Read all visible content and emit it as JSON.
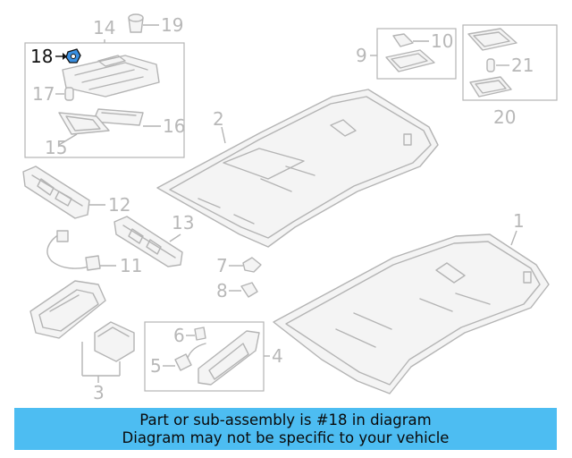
{
  "diagram": {
    "highlighted_part": "18",
    "callouts": {
      "c1": "1",
      "c2": "2",
      "c3": "3",
      "c4": "4",
      "c5": "5",
      "c6": "6",
      "c7": "7",
      "c8": "8",
      "c9": "9",
      "c10": "10",
      "c11": "11",
      "c12": "12",
      "c13": "13",
      "c14": "14",
      "c15": "15",
      "c16": "16",
      "c17": "17",
      "c18": "18",
      "c19": "19",
      "c20": "20",
      "c21": "21"
    },
    "colors": {
      "lines": "#b4b4b4",
      "highlight": "#111111",
      "highlight_part": "#3a8fe0"
    }
  },
  "banner": {
    "line1": "Part or sub-assembly is #18 in diagram",
    "line2": "Diagram may not be specific to your vehicle",
    "color": "#4dbdf2"
  }
}
